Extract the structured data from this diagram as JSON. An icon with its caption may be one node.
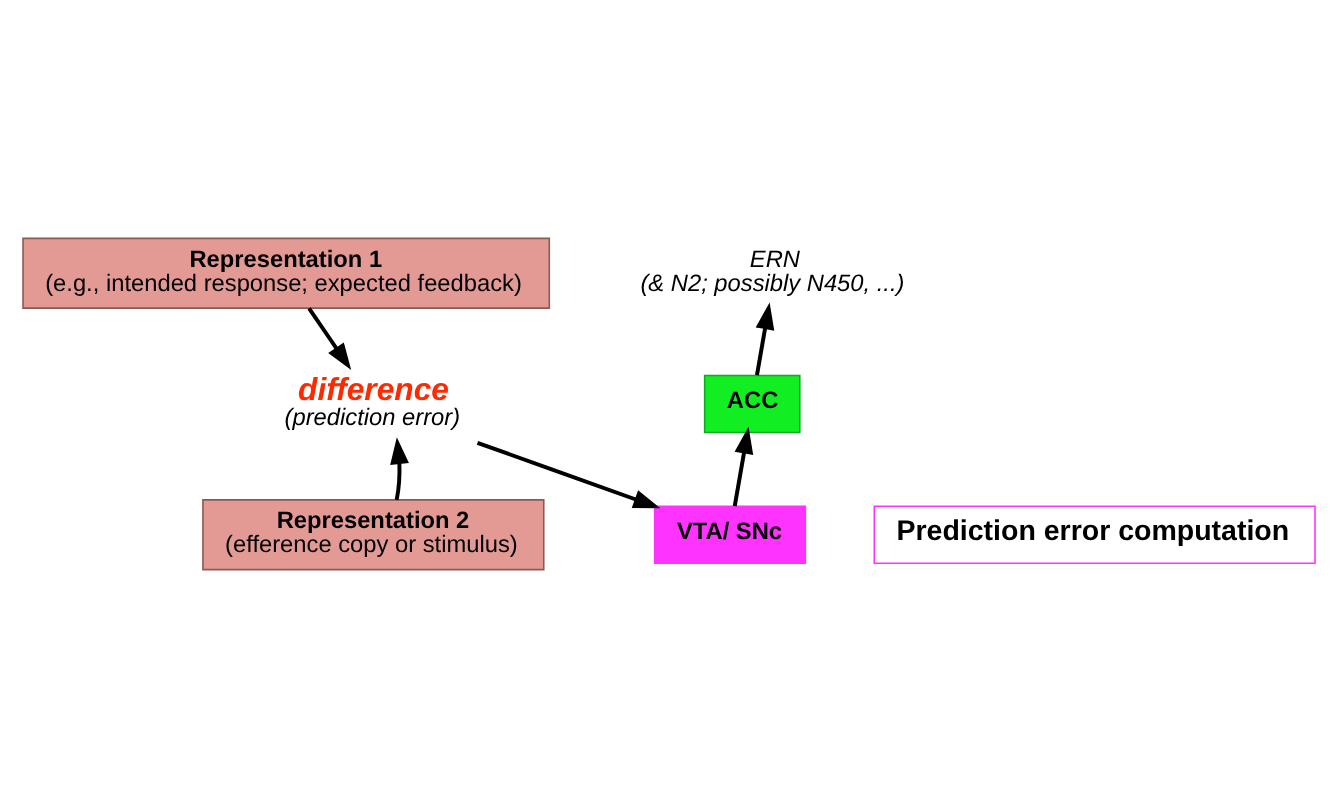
{
  "diagram": {
    "nodes": [
      {
        "text": [
          "Representation 1",
          "(e.g., intended response; expected feedback)"
        ]
      },
      {
        "text": [
          "difference",
          "(prediction error)"
        ]
      },
      {
        "text": [
          "Representation 2",
          "(efference copy or stimulus)"
        ]
      },
      {
        "text": [
          "VTA/ SNc"
        ]
      },
      {
        "text": [
          "Prediction error computation"
        ]
      },
      {
        "text": [
          "ACC"
        ]
      },
      {
        "text": [
          "ERN",
          "(& N2; possibly N450, ...)"
        ]
      }
    ],
    "edges": [
      {
        "from": 0,
        "to": 1,
        "arrow": "to"
      },
      {
        "from": 2,
        "to": 1,
        "arrow": "to"
      },
      {
        "from": 1,
        "to": 3,
        "arrow": "to"
      },
      {
        "from": 3,
        "to": 5,
        "arrow": "to"
      },
      {
        "from": 5,
        "to": 6,
        "arrow": "to"
      }
    ]
  }
}
